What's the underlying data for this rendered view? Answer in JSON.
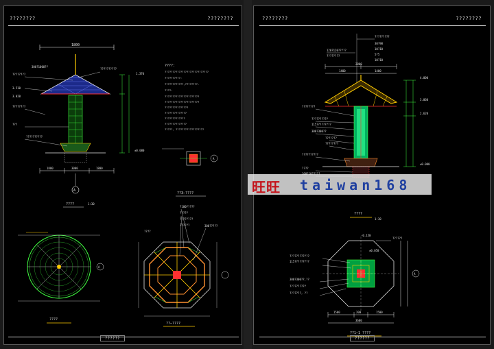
{
  "left_sheet": {
    "header_left": "????????",
    "header_right": "????????",
    "elevation_title": "????",
    "elevation_scale": "1:30",
    "elevation_axis": "A",
    "top_dim": "1800",
    "bottom_dims": [
      "1800",
      "3000",
      "1800"
    ],
    "elevations": [
      "3.510",
      "3.020",
      "1.370",
      "±0.000"
    ],
    "callouts": [
      "????????",
      "300?1000??",
      "????????",
      "???",
      "??????????",
      "??????????"
    ],
    "notes_title": "????:",
    "notes_lines": [
      "????????????????????????????",
      "??????????:",
      "????????????,????????.",
      "????:",
      "??????????????????????",
      "??????????????????????",
      "???????????????",
      "??????????????",
      "?????????????",
      "??????????????",
      "?????, ??????????????????"
    ],
    "detail_label": "??3—????",
    "detail_axis": "A",
    "plan_left_title": "????",
    "plan_left_axis": "A",
    "plan_right_title": "??—????",
    "plan_right_callouts": [
      "?100?????",
      "?????",
      "????????",
      "??????",
      "300?????",
      "????"
    ],
    "footer": "??????"
  },
  "right_sheet": {
    "header_left": "????????",
    "header_right": "????????",
    "top_callouts": [
      "?????????",
      "120?120?????",
      "????????",
      "30?90",
      "10?10",
      "5?5",
      "10?10"
    ],
    "top_dims": [
      "2800",
      "1400",
      "1400"
    ],
    "elevations": [
      "4.000",
      "3.060",
      "2.620",
      "±0.000"
    ],
    "side_callouts": [
      "????????",
      "??????????",
      "115?????????",
      "300?300??",
      "???????",
      "????????",
      "??????????",
      "????",
      "100?10?????"
    ],
    "elevation_title": "????",
    "elevation_scale": "1:30",
    "plan_title": "??1—1 ????",
    "plan_dims": [
      "1500",
      "200",
      "1500"
    ],
    "plan_elev": "-0.150",
    "plan_elev2": "±0.050",
    "plan_callouts": [
      "????????????",
      "115?????????",
      "300?300??,??",
      "??????????",
      "???????, ??",
      "??????"
    ],
    "plan_axis": "A",
    "plan_bottom_dim": "3600",
    "footer": "??????"
  },
  "watermark": {
    "chinese": "旺旺",
    "latin": "taiwan168"
  }
}
